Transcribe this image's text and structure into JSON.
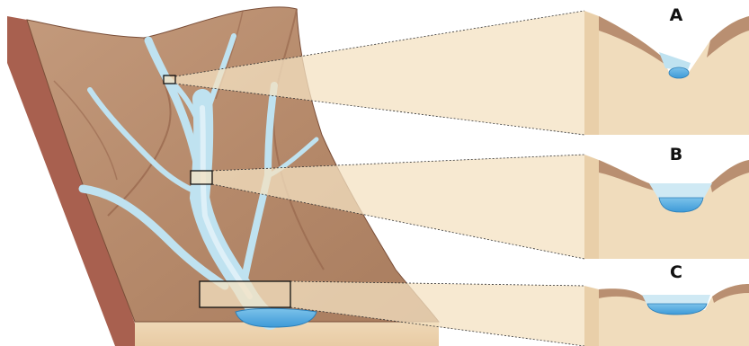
{
  "colors": {
    "terrain": "#b98f71",
    "terrain_dark": "#8f5e45",
    "cliff_side": "#a8604f",
    "sediment": "#ecd4b1",
    "projection": "#f4e2c2",
    "water_light": "#bfe2f0",
    "water_dark": "#4aa8df",
    "outline": "#111111"
  },
  "panels": [
    {
      "label": "A",
      "valley_shape": "narrow-v"
    },
    {
      "label": "B",
      "valley_shape": "medium-v"
    },
    {
      "label": "C",
      "valley_shape": "wide-flat"
    }
  ]
}
